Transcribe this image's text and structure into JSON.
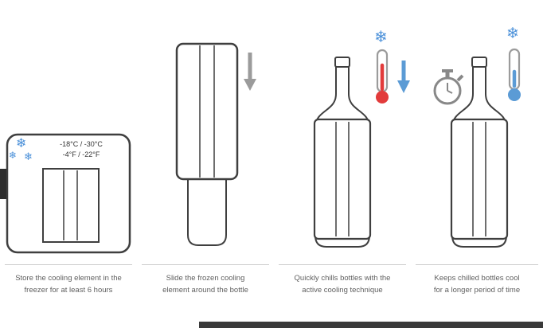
{
  "icons": {
    "snowflake": "❄"
  },
  "colors": {
    "outline": "#3f3f3f",
    "snowflake_blue": "#4a90d9",
    "thermometer_red": "#e23b3b",
    "thermometer_blue": "#5b9bd5",
    "arrow_gray": "#9b9b9b",
    "caption_text": "#5f5f5f",
    "divider": "#cbcbcb",
    "bottom_bar": "#3a3a3a"
  },
  "steps": [
    {
      "name": "freeze-element",
      "freezer": {
        "temps_line1": "-18°C / -30°C",
        "temps_line2": "-4°F / -22°F"
      },
      "caption_lines": [
        "Store the cooling element in the",
        "freezer for at least 6 hours"
      ]
    },
    {
      "name": "slide-sleeve",
      "caption_lines": [
        "Slide the frozen cooling",
        "element around the bottle"
      ]
    },
    {
      "name": "quick-chill",
      "caption_lines": [
        "Quickly chills bottles with the",
        "active cooling technique"
      ]
    },
    {
      "name": "keep-cool",
      "caption_lines": [
        "Keeps chilled bottles cool",
        "for a longer period of time"
      ]
    }
  ]
}
